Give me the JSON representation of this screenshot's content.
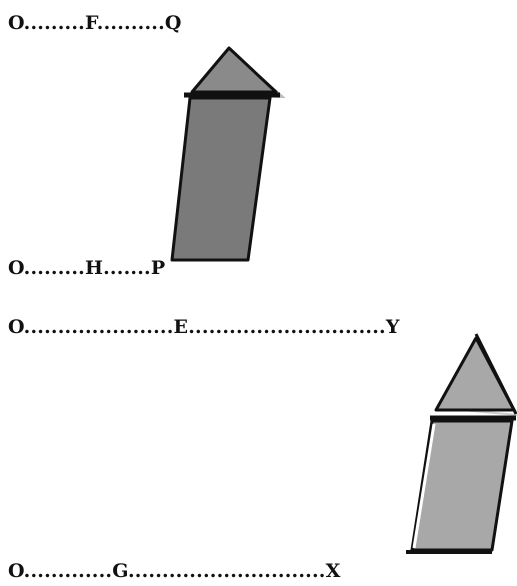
{
  "diagrams": [
    {
      "top_line": "O.........F..........Q",
      "bottom_line": "O.........H.......P"
    },
    {
      "top_line": "O......................E.............................Y",
      "bottom_line": "O.............G.............................X"
    }
  ],
  "colors": {
    "shape_dark": "#7a7a7a",
    "shape_light": "#a8a8a8",
    "outline": "#111111",
    "text": "#111111"
  }
}
